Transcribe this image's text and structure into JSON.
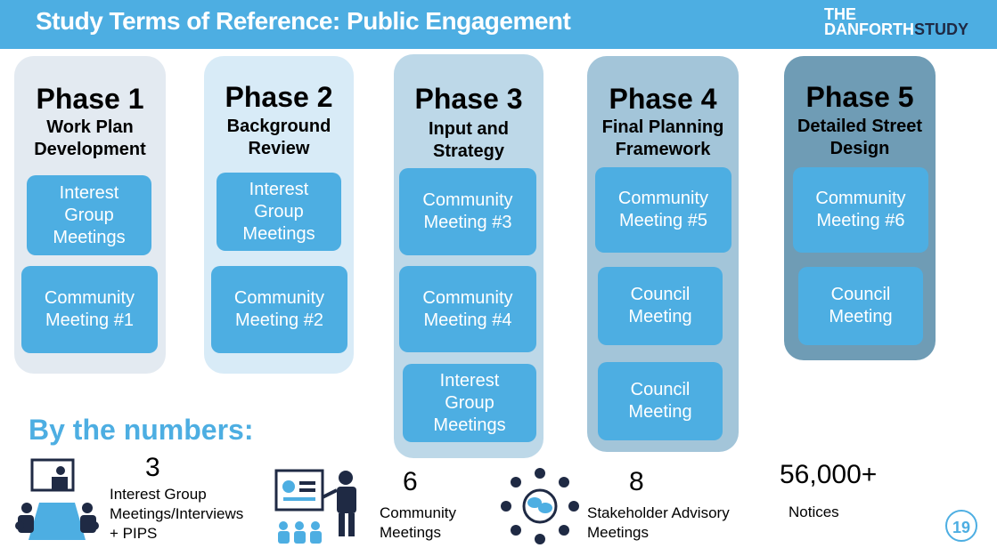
{
  "header": {
    "title": "Study Terms of Reference: Public Engagement",
    "brand_line1": "THE",
    "brand_line2a": "DANFORTH",
    "brand_line2b": "STUDY"
  },
  "phases": [
    {
      "title": "Phase 1",
      "subtitle": [
        "Work Plan",
        "Development"
      ],
      "color": "#e3eaf1",
      "items": [
        [
          "Interest",
          "Group",
          "Meetings"
        ],
        [
          "Community",
          "Meeting #1"
        ]
      ]
    },
    {
      "title": "Phase 2",
      "subtitle": [
        "Background",
        "Review"
      ],
      "color": "#d8ebf7",
      "items": [
        [
          "Interest",
          "Group",
          "Meetings"
        ],
        [
          "Community",
          "Meeting #2"
        ]
      ]
    },
    {
      "title": "Phase 3",
      "subtitle": [
        "Input and",
        "Strategy"
      ],
      "color": "#bdd8e8",
      "items": [
        [
          "Community",
          "Meeting #3"
        ],
        [
          "Community",
          "Meeting #4"
        ],
        [
          "Interest",
          "Group",
          "Meetings"
        ]
      ]
    },
    {
      "title": "Phase 4",
      "subtitle": [
        "Final Planning",
        "Framework"
      ],
      "color": "#a3c5d9",
      "items": [
        [
          "Community",
          "Meeting #5"
        ],
        [
          "Council",
          "Meeting"
        ],
        [
          "Council",
          "Meeting"
        ]
      ]
    },
    {
      "title": "Phase 5",
      "subtitle": [
        "Detailed Street",
        "Design"
      ],
      "color": "#6f9cb5",
      "items": [
        [
          "Community",
          "Meeting #6"
        ],
        [
          "Council",
          "Meeting"
        ]
      ]
    }
  ],
  "numbers": {
    "heading": "By the numbers:",
    "stats": [
      {
        "value": "3",
        "label": [
          "Interest Group",
          "Meetings/Interviews",
          "+ PIPS"
        ],
        "icon": "meeting-table-icon"
      },
      {
        "value": "6",
        "label": [
          "Community",
          "Meetings"
        ],
        "icon": "presenter-icon"
      },
      {
        "value": "8",
        "label": [
          "Stakeholder Advisory",
          "Meetings"
        ],
        "icon": "round-table-icon"
      },
      {
        "value": "56,000+",
        "label": [
          "Notices"
        ],
        "icon": ""
      }
    ]
  },
  "page_number": "19",
  "colors": {
    "accent": "#4daee2",
    "icon_dark": "#1f2a44"
  }
}
